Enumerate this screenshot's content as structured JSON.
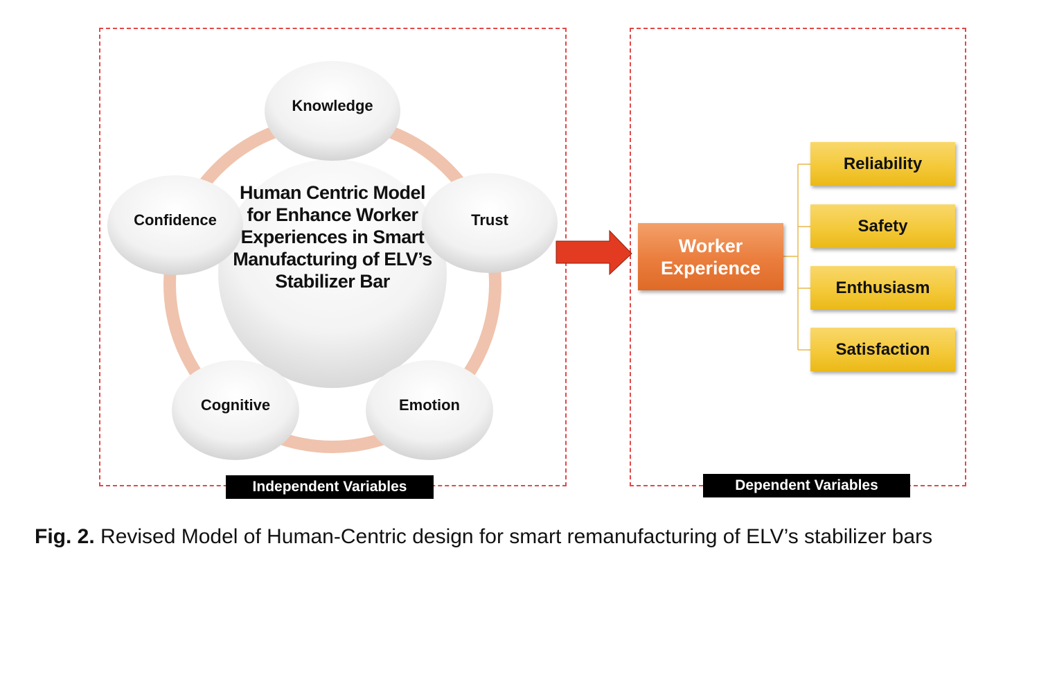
{
  "left_panel": {
    "label": "Independent Variables",
    "center_title": "Human Centric Model for Enhance Worker Experiences in Smart Manufacturing of ELV’s Stabilizer Bar",
    "nodes": [
      {
        "label": "Knowledge"
      },
      {
        "label": "Trust"
      },
      {
        "label": "Emotion"
      },
      {
        "label": "Cognitive"
      },
      {
        "label": "Confidence"
      }
    ]
  },
  "right_panel": {
    "label": "Dependent Variables",
    "main_box": "Worker Experience",
    "items": [
      {
        "label": "Reliability"
      },
      {
        "label": "Safety"
      },
      {
        "label": "Enthusiasm"
      },
      {
        "label": "Satisfaction"
      }
    ]
  },
  "caption": {
    "prefix": "Fig. 2.",
    "text": " Revised Model of Human-Centric design for smart remanufacturing of ELV’s stabilizer bars"
  },
  "colors": {
    "frame_border": "#e04848",
    "ring": "#efc3ad",
    "arrow": "#e23b22",
    "worker_box": "#e97a3b",
    "dv_box": "#f4c93a",
    "connector": "#e8b84a"
  }
}
